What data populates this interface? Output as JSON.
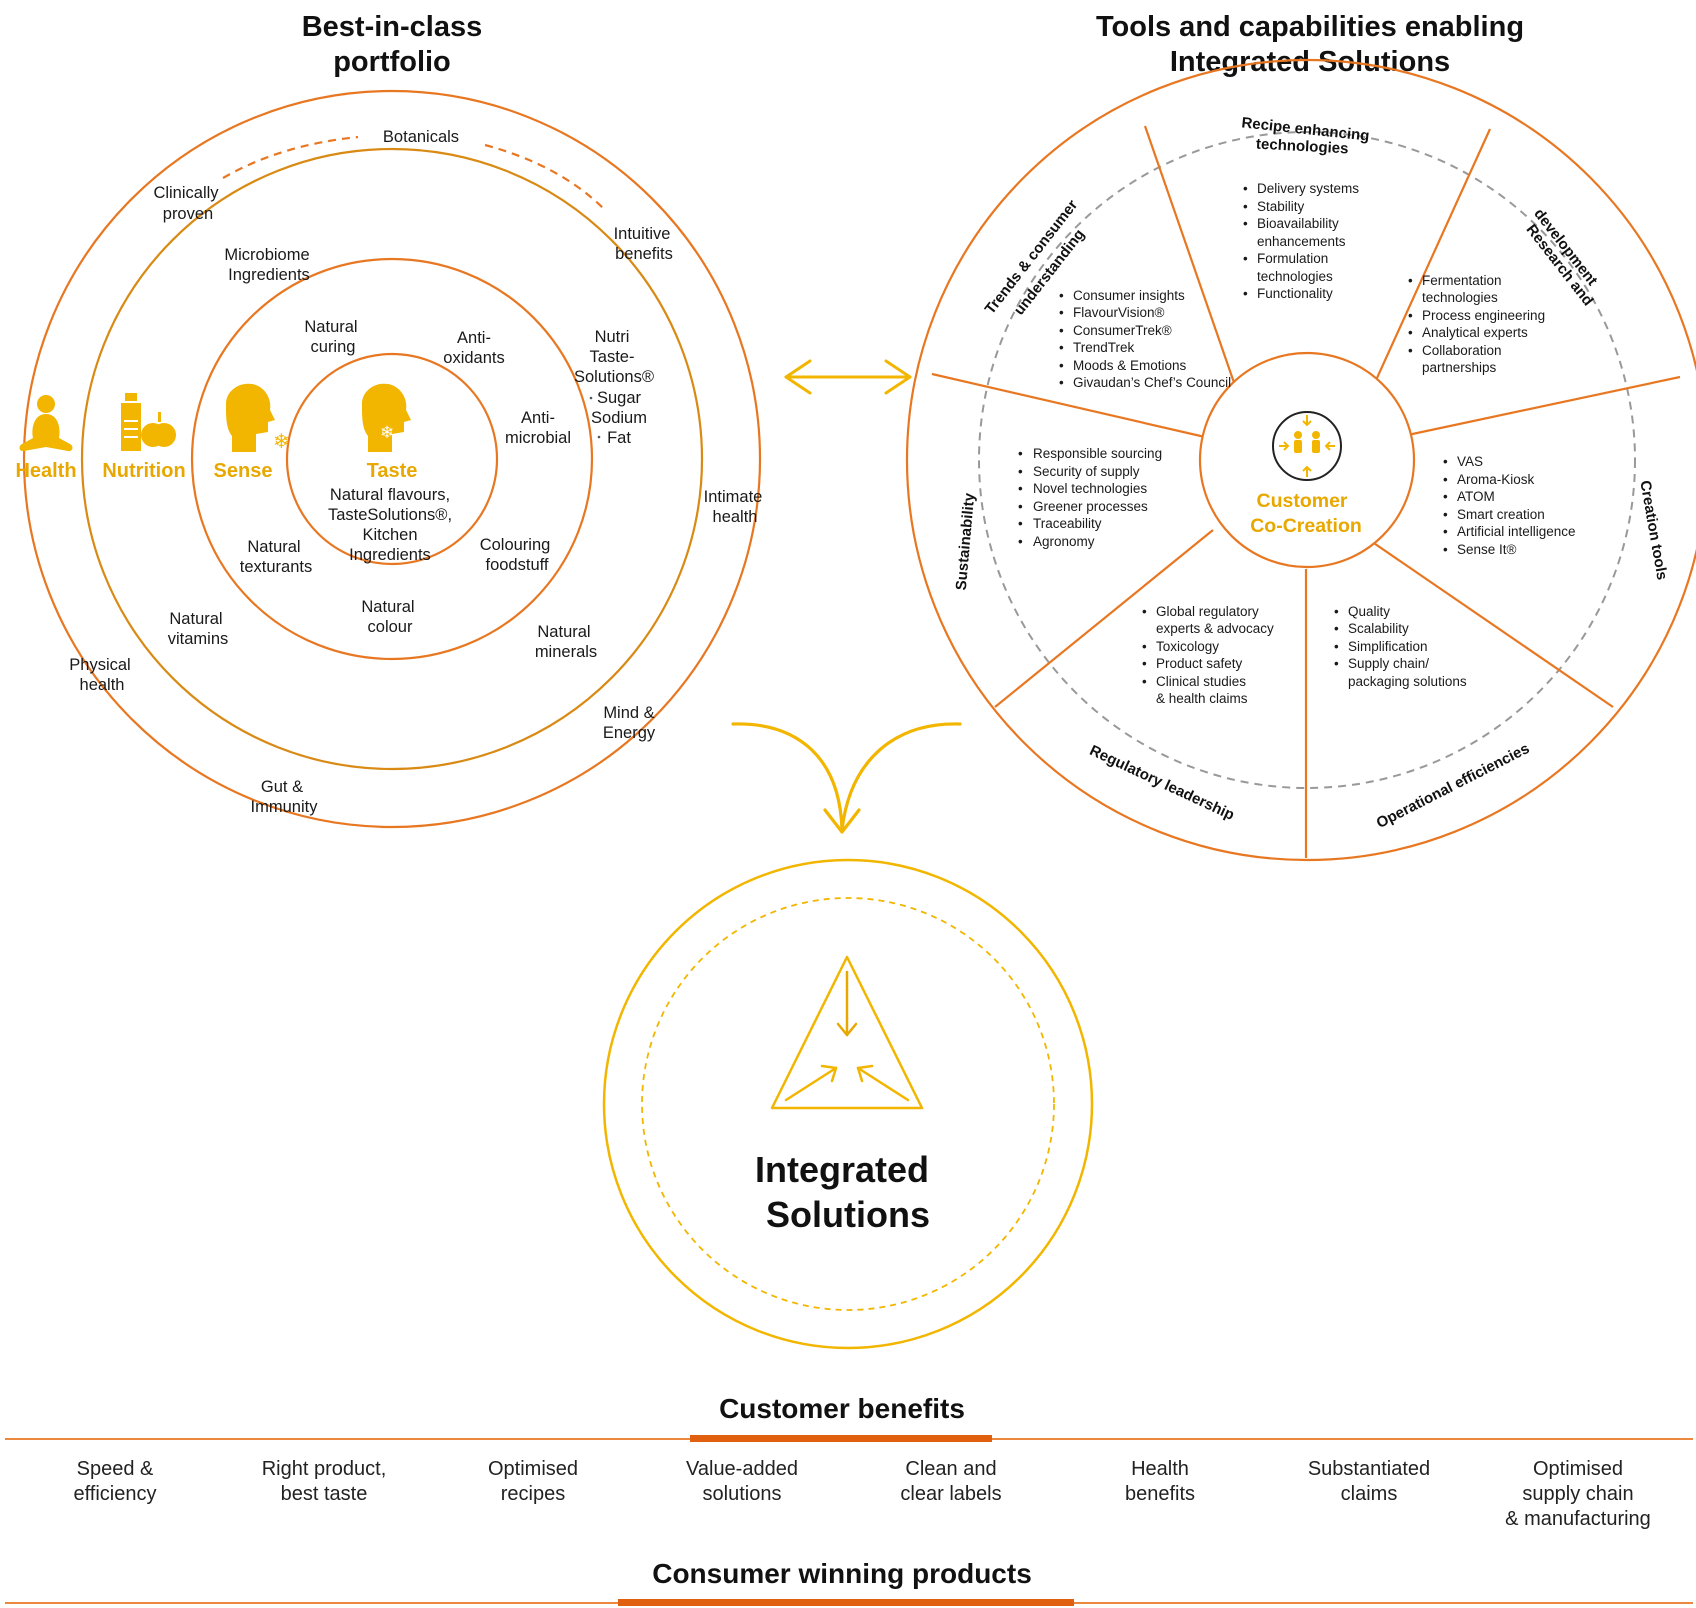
{
  "titles": {
    "portfolio_line1": "Best-in-class",
    "portfolio_line2": "portfolio",
    "tools_line1": "Tools and capabilities enabling",
    "tools_line2": "Integrated Solutions"
  },
  "portfolio": {
    "rings": [
      {
        "name": "Health",
        "icon": "meditation-person-icon"
      },
      {
        "name": "Nutrition",
        "icon": "bottle-apple-icon"
      },
      {
        "name": "Sense",
        "icon": "head-snowflake-icon"
      },
      {
        "name": "Taste",
        "icon": "head-snowflake-icon"
      }
    ],
    "health_labels": {
      "botanicals": "Botanicals",
      "clinically_1": "Clinically",
      "clinically_2": "proven",
      "intuitive_1": "Intuitive",
      "intuitive_2": "benefits",
      "intimate_1": "Intimate",
      "intimate_2": "health",
      "mind_1": "Mind &",
      "mind_2": "Energy",
      "gut_1": "Gut &",
      "gut_2": "Immunity",
      "physical_1": "Physical",
      "physical_2": "health"
    },
    "nutrition_labels": {
      "microbiome_1": "Microbiome",
      "microbiome_2": "Ingredients",
      "nutri_1": "Nutri",
      "nutri_2": "Taste-",
      "nutri_3": "Solutions®",
      "sugar": "Sugar",
      "sodium": "Sodium",
      "fat": "Fat",
      "minerals_1": "Natural",
      "minerals_2": "minerals",
      "vitamins_1": "Natural",
      "vitamins_2": "vitamins"
    },
    "sense_labels": {
      "curing_1": "Natural",
      "curing_2": "curing",
      "antiox_1": "Anti-",
      "antiox_2": "oxidants",
      "antimic_1": "Anti-",
      "antimic_2": "microbial",
      "colouring_1": "Colouring",
      "colouring_2": "foodstuff",
      "colour_1": "Natural",
      "colour_2": "colour",
      "texturants_1": "Natural",
      "texturants_2": "texturants"
    },
    "taste_lines": [
      "Natural flavours,",
      "TasteSolutions®,",
      "Kitchen",
      "Ingredients"
    ]
  },
  "wheel": {
    "center_line1": "Customer",
    "center_line2": "Co-Creation",
    "center_icon": "people-arrows-icon",
    "segments": [
      {
        "id": "recipe",
        "title_1": "Recipe enhancing",
        "title_2": "technologies",
        "items": [
          "Delivery systems",
          "Stability",
          "Bioavailability",
          "enhancements",
          "Formulation",
          "technologies",
          "Functionality"
        ]
      },
      {
        "id": "rnd",
        "title_1": "Research and",
        "title_2": "development",
        "items": [
          "Fermentation",
          "technologies",
          "Process engineering",
          "Analytical experts",
          "Collaboration",
          "partnerships"
        ]
      },
      {
        "id": "creation",
        "title_1": "Creation tools",
        "title_2": "",
        "items": [
          "VAS",
          "Aroma-Kiosk",
          "ATOM",
          "Smart creation",
          "Artificial intelligence",
          "Sense It®"
        ]
      },
      {
        "id": "operational",
        "title_1": "Operational efficiencies",
        "title_2": "",
        "items": [
          "Quality",
          "Scalability",
          "Simplification",
          "Supply chain/",
          "packaging solutions"
        ]
      },
      {
        "id": "regulatory",
        "title_1": "Regulatory leadership",
        "title_2": "",
        "items": [
          "Global regulatory",
          "experts & advocacy",
          "Toxicology",
          "Product safety",
          "Clinical studies",
          "& health claims"
        ]
      },
      {
        "id": "sustainability",
        "title_1": "Sustainability",
        "title_2": "",
        "items": [
          "Responsible sourcing",
          "Security of supply",
          "Novel technologies",
          "Greener processes",
          "Traceability",
          "Agronomy"
        ]
      },
      {
        "id": "trends",
        "title_1": "Trends & consumer",
        "title_2": "understanding",
        "items": [
          "Consumer insights",
          "FlavourVision®",
          "ConsumerTrek®",
          "TrendTrek",
          "Moods & Emotions",
          "Givaudan’s Chef’s Council"
        ]
      }
    ]
  },
  "integrated": {
    "line1": "Integrated",
    "line2": "Solutions",
    "icon": "triangle-arrows-icon"
  },
  "customer_benefits": {
    "title": "Customer benefits",
    "items": [
      {
        "l1": "Speed &",
        "l2": "efficiency",
        "l3": ""
      },
      {
        "l1": "Right product,",
        "l2": "best taste",
        "l3": ""
      },
      {
        "l1": "Optimised",
        "l2": "recipes",
        "l3": ""
      },
      {
        "l1": "Value-added",
        "l2": "solutions",
        "l3": ""
      },
      {
        "l1": "Clean and",
        "l2": "clear labels",
        "l3": ""
      },
      {
        "l1": "Health",
        "l2": "benefits",
        "l3": ""
      },
      {
        "l1": "Substantiated",
        "l2": "claims",
        "l3": ""
      },
      {
        "l1": "Optimised",
        "l2": "supply chain",
        "l3": "& manufacturing"
      }
    ]
  },
  "consumer": {
    "title": "Consumer winning products"
  },
  "colors": {
    "orange": "#e87722",
    "gold": "#f2b600",
    "gold_text": "#e8a800",
    "dark_orange": "#e06010",
    "grey_dash": "#999999"
  }
}
